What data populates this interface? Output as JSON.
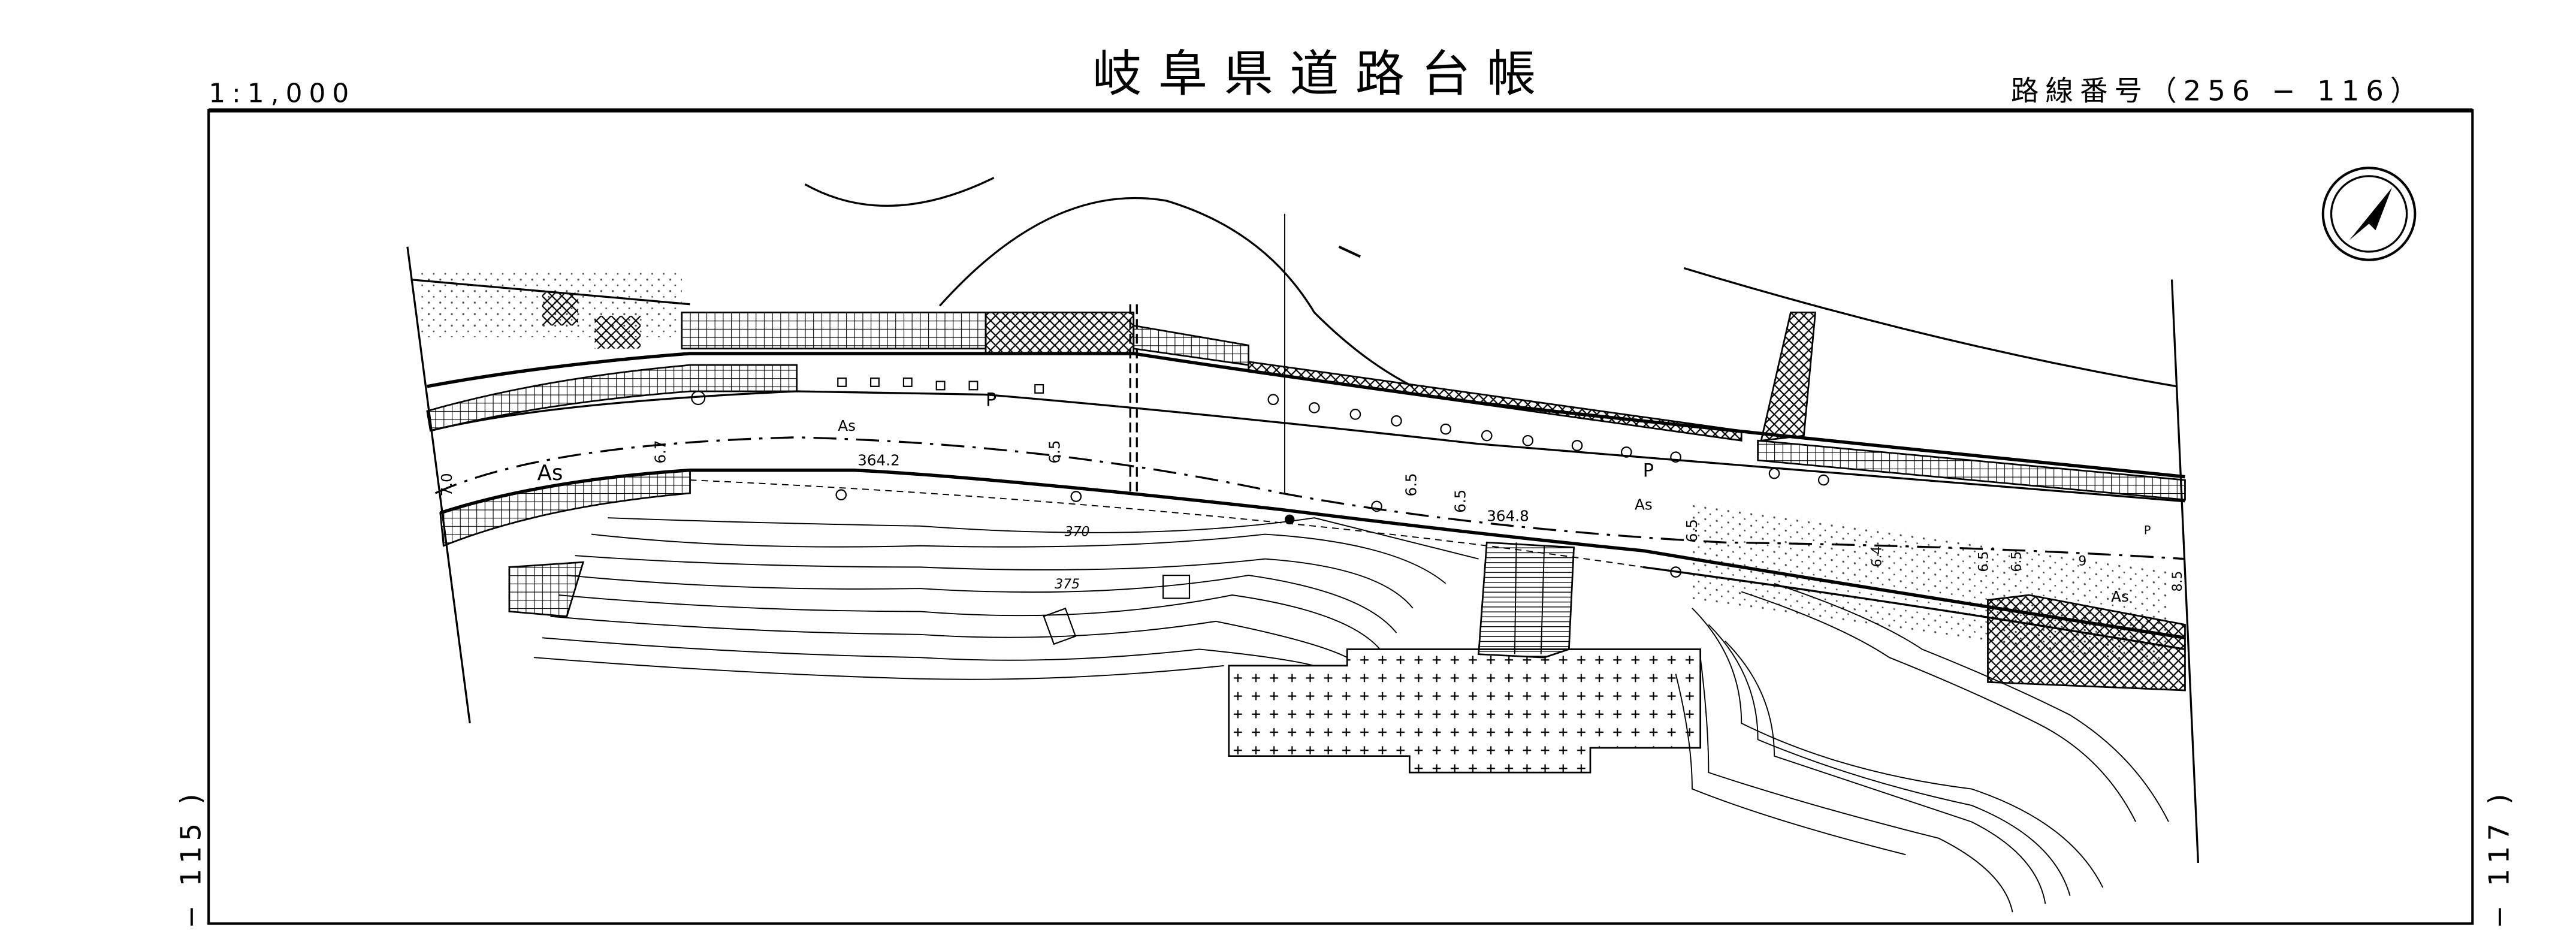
{
  "header": {
    "scale": "1:1,000",
    "title": "岐阜県道路台帳",
    "route_number": "路線番号（256 − 116）"
  },
  "side_labels": {
    "left": "− 115 )",
    "right": "− 117 )"
  },
  "map": {
    "north_arrow_icon": "north-arrow-icon",
    "labels": {
      "as_1": "As",
      "as_2": "As",
      "as_3": "As",
      "as_4": "As",
      "p_1": "P",
      "p_2": "P",
      "p_3": "P",
      "elev_1": "364.2",
      "elev_2": "364.8",
      "contour_1": "370",
      "contour_2": "375",
      "w_70": "7.0",
      "w_67": "6.7",
      "w_65a": "6.5",
      "w_65b": "6.5",
      "w_65c": "6.5",
      "w_65d": "6.5",
      "w_64": "6.4",
      "w_65e": "6.5",
      "w_65f": "6.5",
      "w_9": "9",
      "w_85": "8.5"
    }
  }
}
